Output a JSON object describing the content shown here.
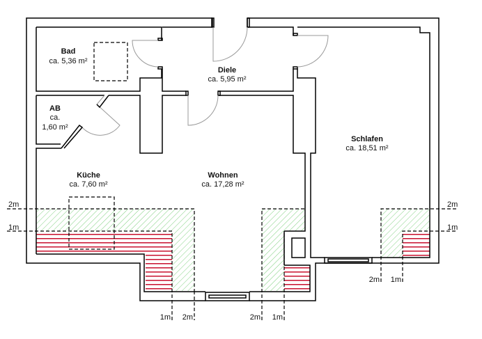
{
  "plan": {
    "rooms": [
      {
        "name": "Bad",
        "area": "ca. 5,36 m²"
      },
      {
        "name": "Diele",
        "area": "ca. 5,95 m²"
      },
      {
        "name": "AB",
        "area_line1": "ca.",
        "area_line2": "1,60 m²"
      },
      {
        "name": "Schlafen",
        "area": "ca. 18,51 m²"
      },
      {
        "name": "Küche",
        "area": "ca. 7,60 m²"
      },
      {
        "name": "Wohnen",
        "area": "ca. 17,28 m²"
      }
    ],
    "dimensions": {
      "left_2m": "2m",
      "left_1m": "1m",
      "right_2m": "2m",
      "right_1m": "1m",
      "bottom_left_1m": "1m",
      "bottom_left_2m": "2m",
      "bottom_mid_2m": "2m",
      "bottom_mid_1m": "1m",
      "bottom_right_2m": "2m",
      "bottom_right_1m": "1m"
    },
    "colors": {
      "wall": "#000000",
      "door_swing": "#999999",
      "zone_1m": "#c8102e",
      "zone_2m": "#7fd07f"
    }
  }
}
